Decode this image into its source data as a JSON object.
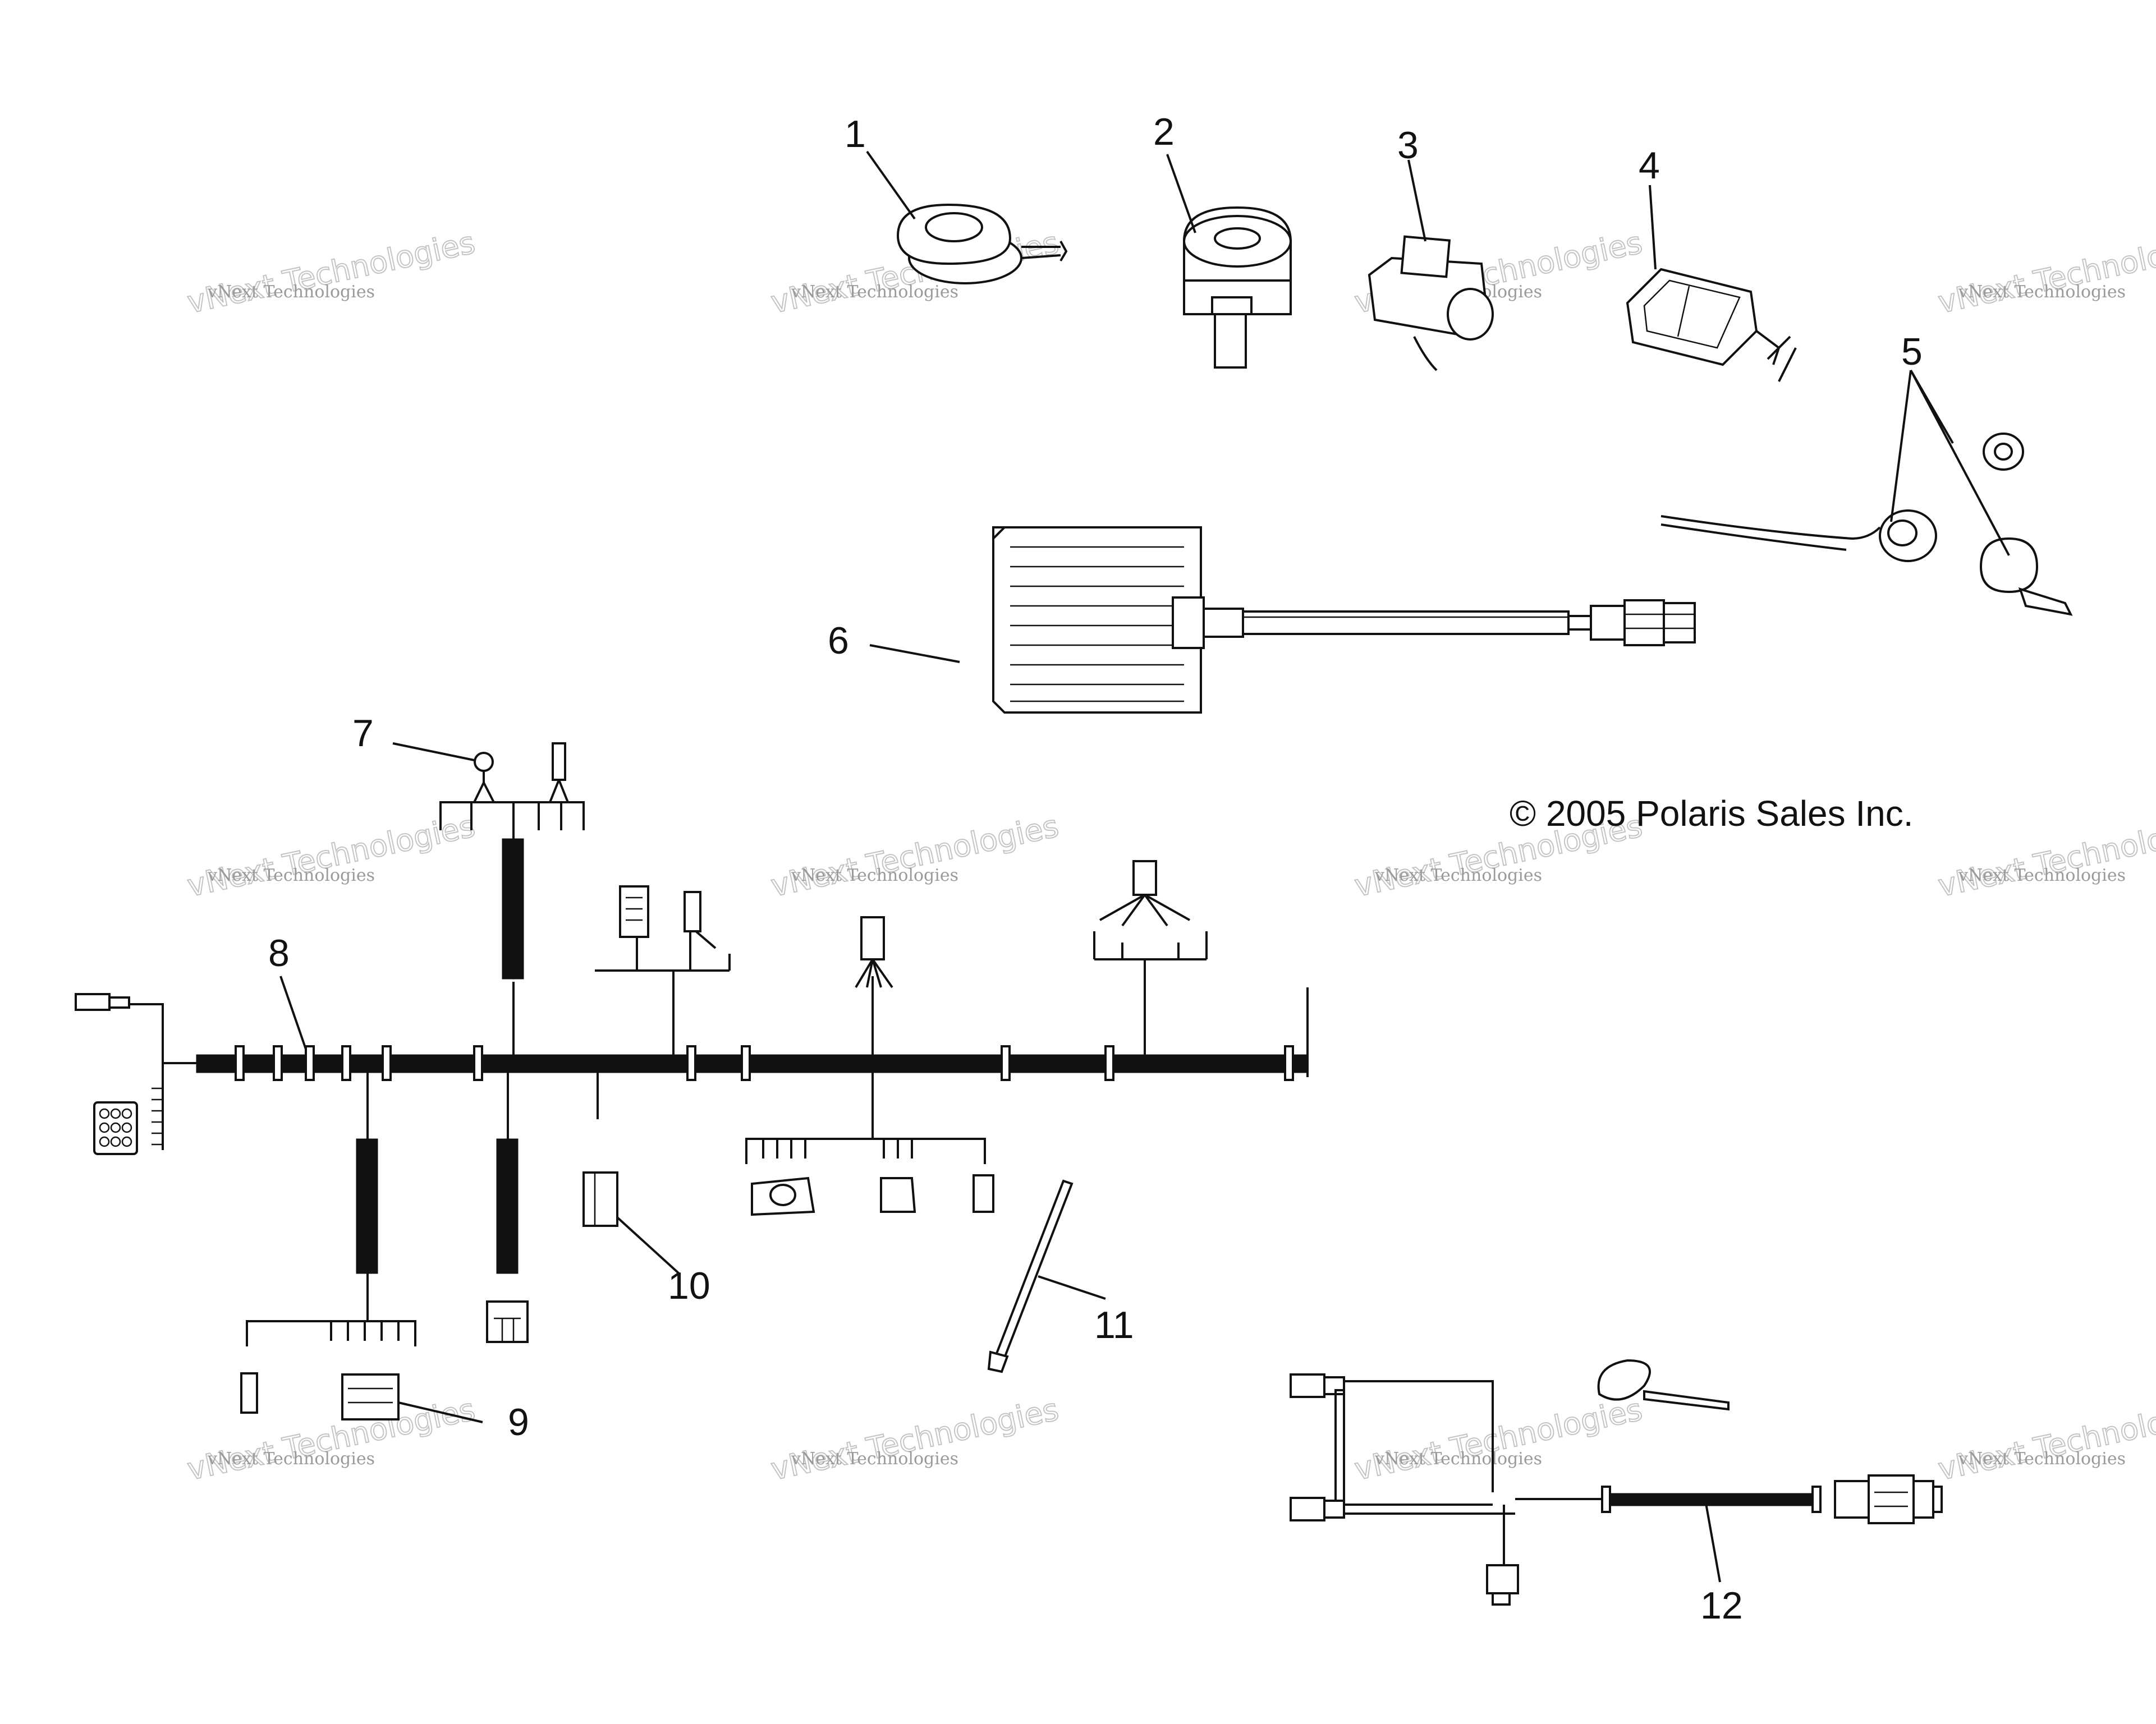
{
  "diagram": {
    "copyright": "© 2005 Polaris Sales Inc.",
    "callouts": [
      {
        "id": "1",
        "label": "1"
      },
      {
        "id": "2",
        "label": "2"
      },
      {
        "id": "3",
        "label": "3"
      },
      {
        "id": "4",
        "label": "4"
      },
      {
        "id": "5",
        "label": "5"
      },
      {
        "id": "6",
        "label": "6"
      },
      {
        "id": "7",
        "label": "7"
      },
      {
        "id": "8",
        "label": "8"
      },
      {
        "id": "9",
        "label": "9"
      },
      {
        "id": "10",
        "label": "10"
      },
      {
        "id": "11",
        "label": "11"
      },
      {
        "id": "12",
        "label": "12"
      }
    ],
    "watermark": {
      "line1": "vNext Technologies",
      "line2": "vNext Technologies"
    }
  }
}
